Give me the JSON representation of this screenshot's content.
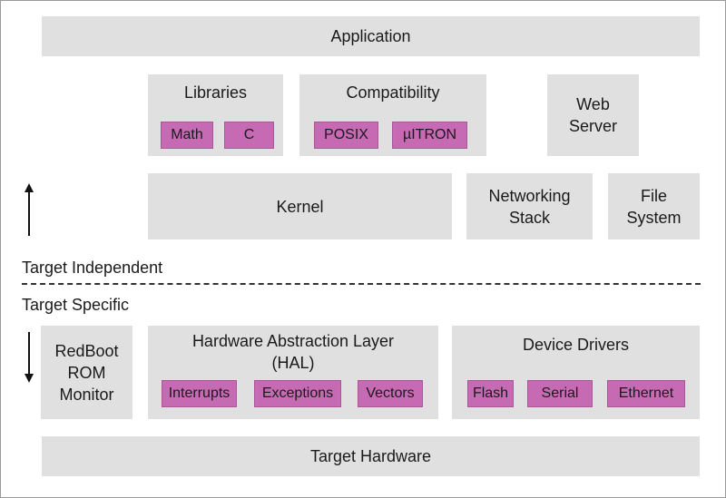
{
  "application": "Application",
  "libraries": {
    "title": "Libraries",
    "items": [
      "Math",
      "C"
    ]
  },
  "compatibility": {
    "title": "Compatibility",
    "items": [
      "POSIX",
      "µITRON"
    ]
  },
  "web_server": "Web\nServer",
  "kernel": "Kernel",
  "networking_stack": "Networking\nStack",
  "file_system": "File\nSystem",
  "target_independent": "Target Independent",
  "target_specific": "Target Specific",
  "redboot": "RedBoot\nROM\nMonitor",
  "hal": {
    "title": "Hardware Abstraction Layer\n(HAL)",
    "items": [
      "Interrupts",
      "Exceptions",
      "Vectors"
    ]
  },
  "device_drivers": {
    "title": "Device Drivers",
    "items": [
      "Flash",
      "Serial",
      "Ethernet"
    ]
  },
  "target_hardware": "Target Hardware",
  "colors": {
    "box": "#e0e0e0",
    "chip": "#c76ab4"
  }
}
